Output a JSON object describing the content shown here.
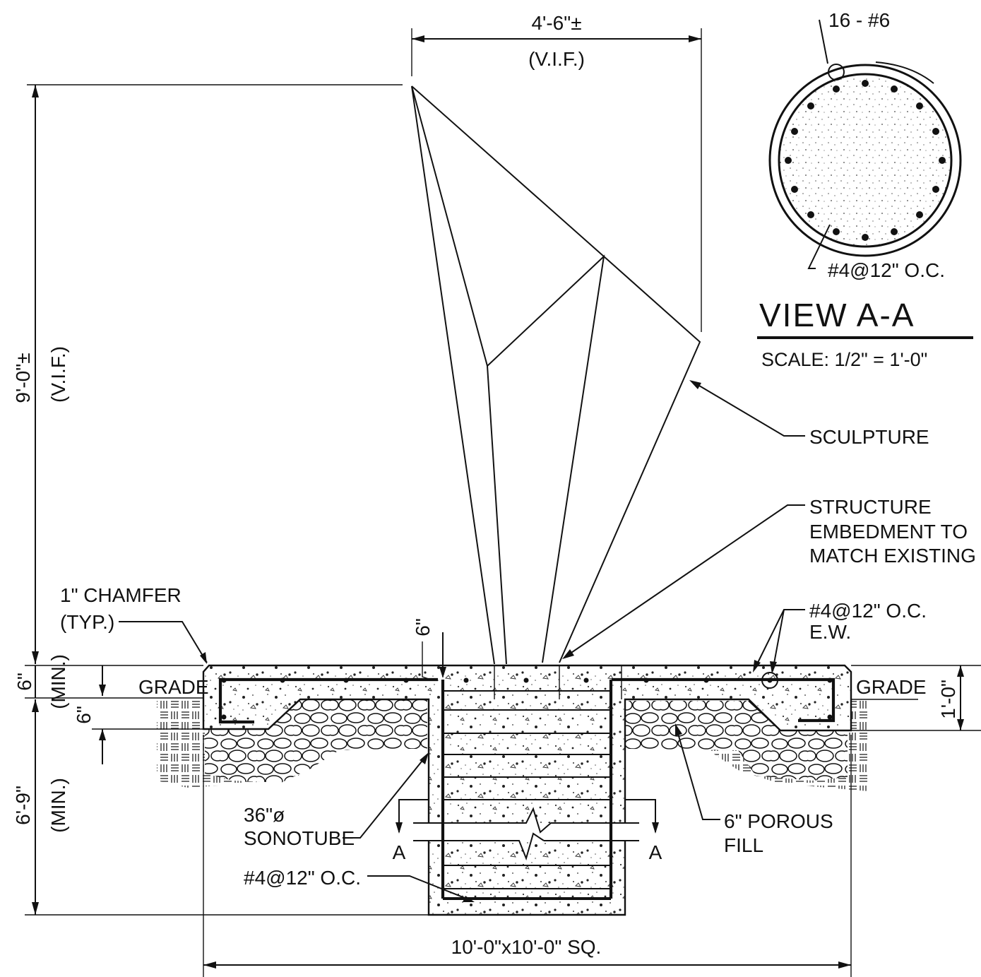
{
  "dimensions": {
    "sculpture_width": "4'-6\"±",
    "sculpture_width_note": "(V.I.F.)",
    "sculpture_height": "9'-0\"±",
    "sculpture_height_note": "(V.I.F.)",
    "slab_thickness_top": "6\"",
    "slab_thickness_top_note": "(MIN.)",
    "slab_thickness_bottom": "6\"",
    "pier_depth": "6'-9\"",
    "pier_depth_note": "(MIN.)",
    "slab_depth_right": "1'-0\"",
    "embed_depth": "6\"",
    "footing_size": "10'-0\"x10'-0\" SQ."
  },
  "callouts": {
    "chamfer_line1": "1\" CHAMFER",
    "chamfer_line2": "(TYP.)",
    "grade_left": "GRADE",
    "grade_right": "GRADE",
    "sculpture": "SCULPTURE",
    "embedment_line1": "STRUCTURE",
    "embedment_line2": "EMBEDMENT TO",
    "embedment_line3": "MATCH EXISTING",
    "slab_rebar_line1": "#4@12\" O.C.",
    "slab_rebar_line2": "E.W.",
    "sonotube_line1": "36\"ø",
    "sonotube_line2": "SONOTUBE",
    "pier_ties": "#4@12\" O.C.",
    "porous_fill_line1": "6\" POROUS",
    "porous_fill_line2": "FILL",
    "section_mark_left": "A",
    "section_mark_right": "A"
  },
  "section_view": {
    "vertical_bars": "16 - #6",
    "spiral_ties": "#4@12\" O.C.",
    "title": "VIEW A-A",
    "scale": "SCALE: 1/2\" = 1'-0\""
  }
}
